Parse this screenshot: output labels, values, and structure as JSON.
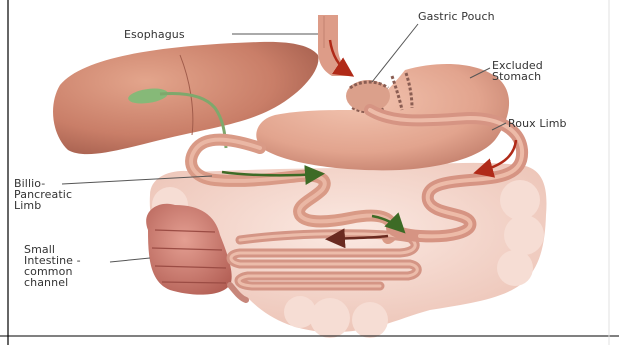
{
  "labels": {
    "esophagus": "Esophagus",
    "gastric_pouch": "Gastric Pouch",
    "excluded_stomach": "Excluded\nStomach",
    "roux_limb": "Roux Limb",
    "biliopancreatic_limb": "Billio-\nPancreatic\nLimb",
    "small_intestine": "Small\nIntestine -\ncommon\nchannel"
  },
  "colors": {
    "background": "#ffffff",
    "frame_border": "#000000",
    "colon": "#f3d2c8",
    "liver": "#c97e68",
    "stomach": "#e2a48e",
    "intestine": "#d99a86",
    "gallbladder": "#7fb071",
    "bile_arrow": "#4a7a30",
    "food_arrow": "#b02a18",
    "leader_line": "#555555",
    "label_text": "#333333"
  }
}
